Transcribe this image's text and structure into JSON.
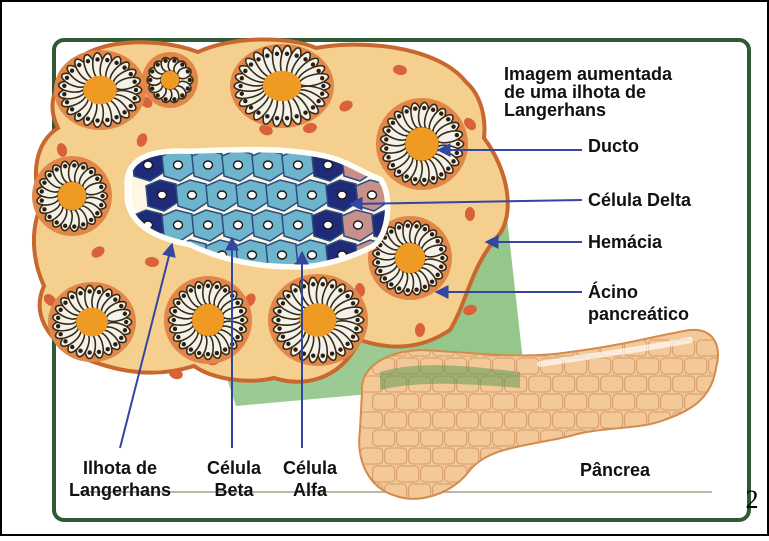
{
  "title_lines": [
    "Imagem aumentada",
    "de uma ilhota de",
    "Langerhans"
  ],
  "labels": {
    "ducto": "Ducto",
    "celula_delta": "Célula Delta",
    "hemacia": "Hemácia",
    "acino_line1": "Ácino",
    "acino_line2": "pancreático",
    "ilhota_line1": "Ilhota de",
    "ilhota_line2": "Langerhans",
    "beta_line1": "Célula",
    "beta_line2": "Beta",
    "alfa_line1": "Célula",
    "alfa_line2": "Alfa",
    "pancreas": "Pâncrea"
  },
  "page_number": "2",
  "colors": {
    "panel_border": "#2f5a35",
    "tissue": "#f4cf8e",
    "tissue_border": "#c8682e",
    "acinus_ring": "#3a2a14",
    "acinus_core": "#ef9a22",
    "red_cell": "#d9623a",
    "beta_cell": "#6db4cc",
    "alpha_cell": "#1f2a78",
    "delta_cell": "#c8908a",
    "green_projection": "#7ab86d",
    "pancreas": "#f4c999",
    "arrow": "#3346a0"
  }
}
